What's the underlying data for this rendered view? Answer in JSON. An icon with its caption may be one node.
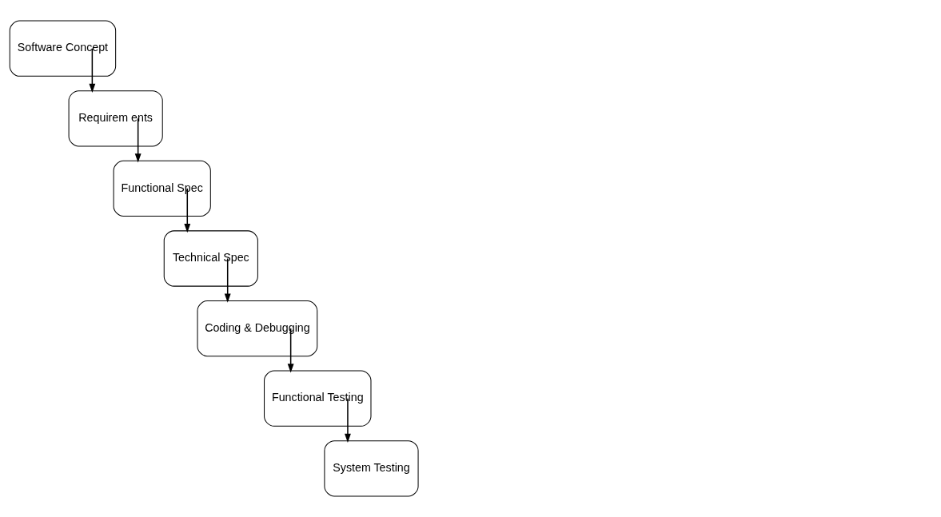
{
  "diagram": {
    "nodes": [
      {
        "text": [
          "Software Concept"
        ]
      },
      {
        "text": [
          "Requirem ents"
        ]
      },
      {
        "text": [
          "Functional Spec"
        ]
      },
      {
        "text": [
          "Technical Spec"
        ]
      },
      {
        "text": [
          "Coding & Debugging"
        ]
      },
      {
        "text": [
          "Functional Testing"
        ]
      },
      {
        "text": [
          "System Testing"
        ]
      }
    ],
    "edges": [
      {
        "from": 0,
        "to": 1,
        "arrow": "to"
      },
      {
        "from": 1,
        "to": 2,
        "arrow": "to"
      },
      {
        "from": 2,
        "to": 3,
        "arrow": "to"
      },
      {
        "from": 3,
        "to": 4,
        "arrow": "to"
      },
      {
        "from": 4,
        "to": 5,
        "arrow": "to"
      },
      {
        "from": 5,
        "to": 6,
        "arrow": "to"
      }
    ]
  }
}
